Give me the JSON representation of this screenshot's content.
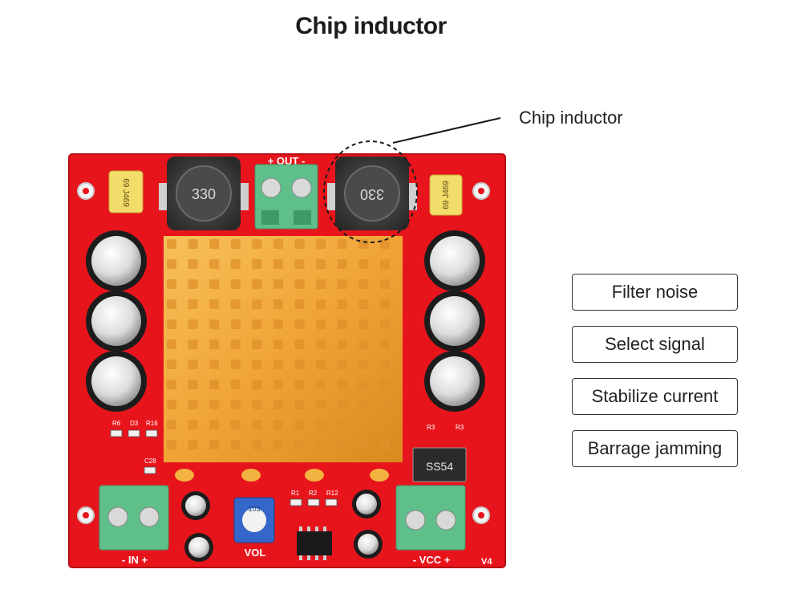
{
  "title": "Chip inductor",
  "callout": {
    "label": "Chip inductor"
  },
  "features": [
    {
      "label": "Filter noise"
    },
    {
      "label": "Select signal"
    },
    {
      "label": "Stabilize current"
    },
    {
      "label": "Barrage jamming"
    }
  ],
  "board": {
    "silkscreen": {
      "out": "+ OUT -",
      "in": "- IN +",
      "vcc": "- VCC +",
      "vol": "VOL",
      "version": "V4",
      "inductor_left": "330",
      "inductor_right": "330",
      "cap_left": "69 J469",
      "cap_right": "69 J469",
      "diode": "SS54",
      "pot": "103",
      "refs_top_left": [
        "R6",
        "D3",
        "R16"
      ],
      "ref_c28": "C28",
      "refs_mid": [
        "R1",
        "R2",
        "R12"
      ],
      "refs_right": [
        "R3",
        "R3"
      ]
    },
    "colors": {
      "pcb": "#e8141c",
      "heatsink": "#f0a436",
      "terminal": "#5fbf8a",
      "inductor": "#3a3a3a",
      "cap_yellow": "#f2dc6a"
    }
  }
}
